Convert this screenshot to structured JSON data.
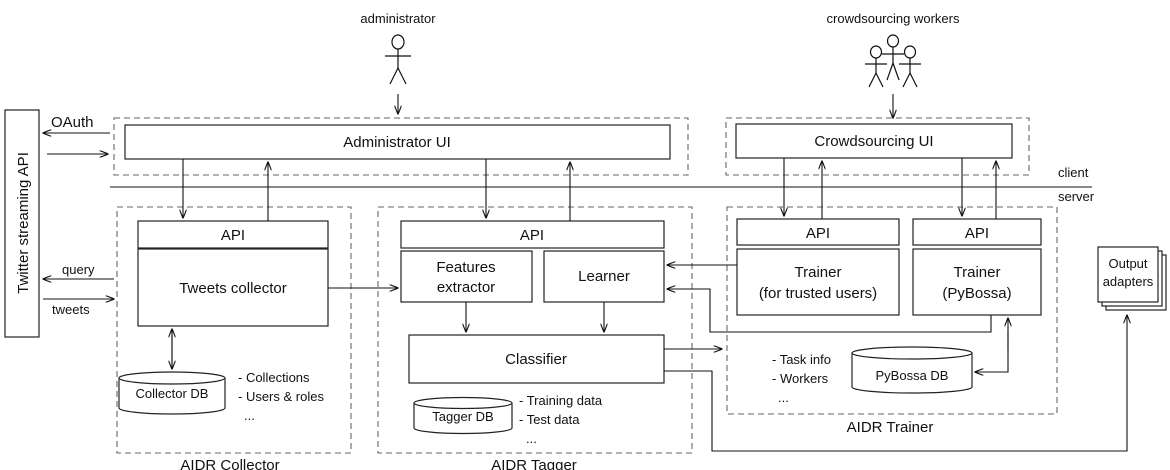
{
  "actors": {
    "administrator": "administrator",
    "crowd": "crowdsourcing workers"
  },
  "twitter": {
    "api": "Twitter streaming API",
    "oauth": "OAuth",
    "query": "query",
    "tweets": "tweets"
  },
  "boundary": {
    "client": "client",
    "server": "server"
  },
  "ui": {
    "admin": "Administrator UI",
    "crowd": "Crowdsourcing UI"
  },
  "collector": {
    "group": "AIDR Collector",
    "api": "API",
    "main": "Tweets collector",
    "db": "Collector DB",
    "notes": [
      "- Collections",
      "- Users & roles",
      "..."
    ]
  },
  "tagger": {
    "group": "AIDR Tagger",
    "api": "API",
    "features": [
      "Features",
      "extractor"
    ],
    "learner": "Learner",
    "classifier": "Classifier",
    "db": "Tagger DB",
    "notes": [
      "- Training data",
      "- Test data",
      "..."
    ]
  },
  "trainer": {
    "group": "AIDR Trainer",
    "api1": "API",
    "api2": "API",
    "trusted": [
      "Trainer",
      "(for trusted users)"
    ],
    "pybossa": [
      "Trainer",
      "(PyBossa)"
    ],
    "db": "PyBossa DB",
    "notes": [
      "- Task info",
      "- Workers",
      "..."
    ]
  },
  "output": {
    "label": [
      "Output",
      "adapters"
    ]
  }
}
